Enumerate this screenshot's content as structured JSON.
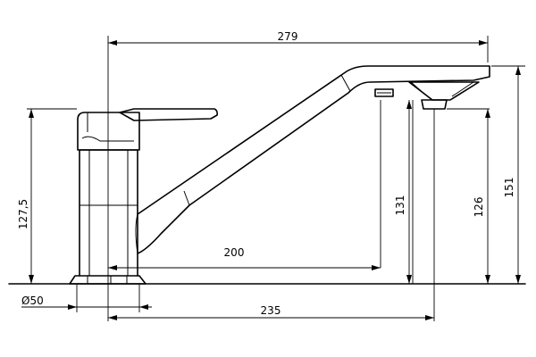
{
  "dimensions": {
    "overall_length": "279",
    "spout_reach": "200",
    "base_to_outlet": "235",
    "body_height": "127,5",
    "outlet_height_131": "131",
    "outlet_height_126": "126",
    "total_height": "151",
    "base_diameter": "Ø50"
  }
}
